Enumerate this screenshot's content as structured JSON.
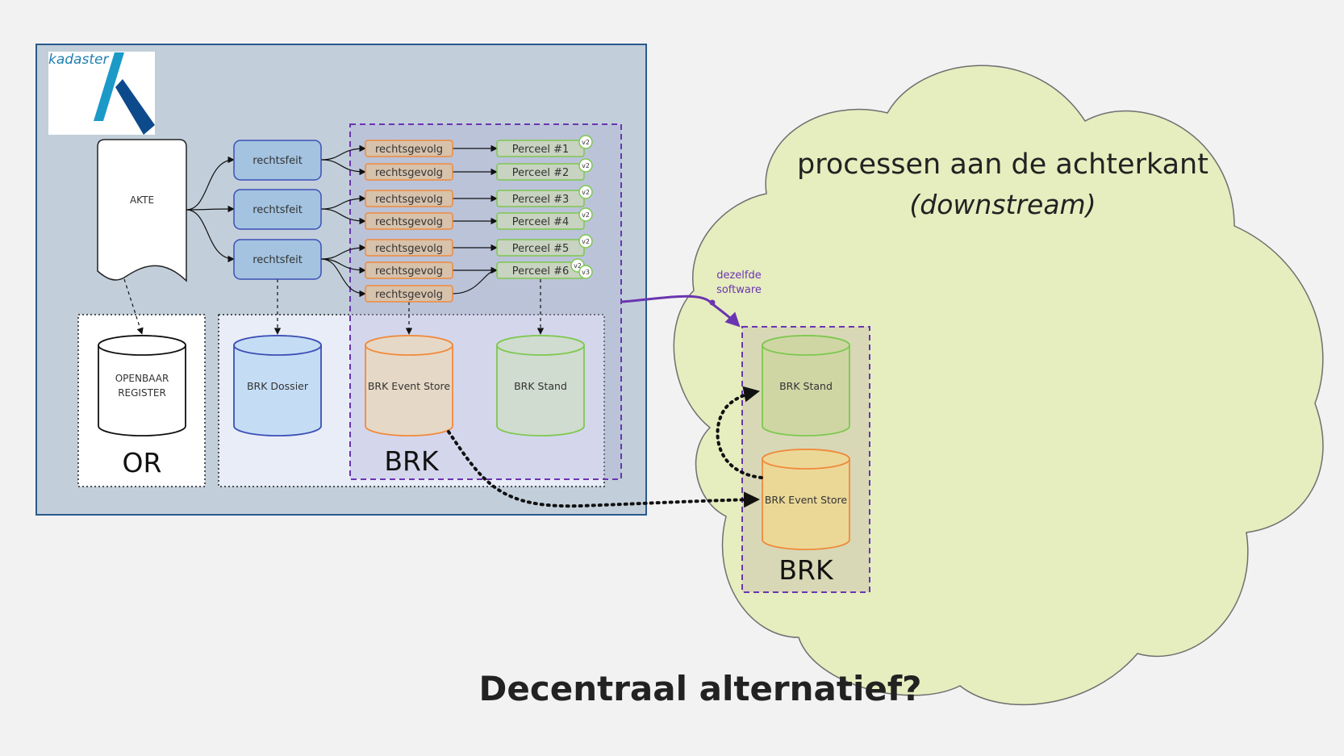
{
  "logo": {
    "text": "kadaster"
  },
  "akte": "AKTE",
  "rechtsfeiten": [
    "rechtsfeit",
    "rechtsfeit",
    "rechtsfeit"
  ],
  "rechtsgevolgen": [
    "rechtsgevolg",
    "rechtsgevolg",
    "rechtsgevolg",
    "rechtsgevolg",
    "rechtsgevolg",
    "rechtsgevolg",
    "rechtsgevolg"
  ],
  "percelen": [
    "Perceel #1",
    "Perceel #2",
    "Perceel #3",
    "Perceel #4",
    "Perceel #5",
    "Perceel #6"
  ],
  "versions": {
    "v2": "v2",
    "v3": "v3"
  },
  "databases": {
    "or_register_line1": "OPENBAAR",
    "or_register_line2": "REGISTER",
    "brk_dossier": "BRK Dossier",
    "brk_event_store": "BRK Event Store",
    "brk_stand": "BRK Stand"
  },
  "groups": {
    "or": "OR",
    "brk": "BRK",
    "brk_remote": "BRK"
  },
  "cloud": {
    "title_line1": "processen aan de achterkant",
    "title_line2": "(downstream)"
  },
  "annotation": {
    "line1": "dezelfde",
    "line2": "software"
  },
  "remote": {
    "stand": "BRK Stand",
    "event_store": "BRK Event Store"
  },
  "main_title": "Decentraal alternatief?",
  "colors": {
    "background": "#f2f2f2",
    "kadaster_panel": "#c2cfdb",
    "kadaster_border": "#2b5a8c",
    "rechtsfeit_fill": "#a3c3e0",
    "rechtsfeit_border": "#3d4fb5",
    "rechtsgevolg_fill": "#d7c2ac",
    "rechtsgevolg_border": "#f08a3c",
    "perceel_fill": "#c9d3c1",
    "perceel_border": "#7ec850",
    "dossier_fill": "#c4ddf5",
    "event_store_fill": "#e6d8c6",
    "stand_fill": "#d0dccf",
    "cloud_fill": "#e6edbf",
    "purple": "#6a35b0"
  }
}
